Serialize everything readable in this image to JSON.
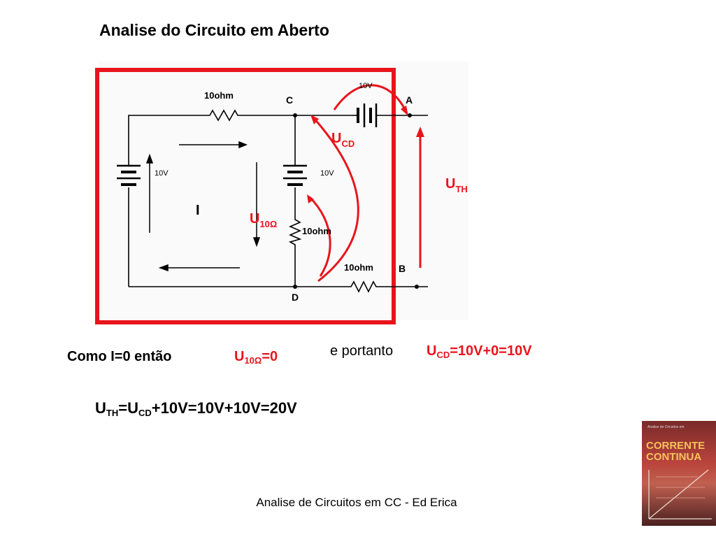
{
  "slide": {
    "title": "Analise do Circuito em Aberto",
    "footer": "Analise de Circuitos em CC - Ed Erica"
  },
  "diagram": {
    "nodes": {
      "c": "C",
      "a": "A",
      "b": "B",
      "d": "D"
    },
    "components": {
      "r_top": "10ohm",
      "battery_top": "10V",
      "battery_left": "10V",
      "battery_mid": "10V",
      "r_mid": "10ohm",
      "r_bottom": "10ohm"
    },
    "current_label": "I",
    "voltage_labels": {
      "ucd": {
        "main": "U",
        "sub": "CD"
      },
      "uth": {
        "main": "U",
        "sub": "TH"
      },
      "u10": {
        "main": "U",
        "sub": "10Ω"
      }
    },
    "colors": {
      "highlight_red": "#e8141c",
      "wire": "#000000"
    }
  },
  "equations": {
    "line1_prefix": "Como I=0  então",
    "line1_main": "U",
    "line1_sub": "10Ω",
    "line1_suffix": "=0",
    "line2_prefix": "e portanto",
    "line2_main": "U",
    "line2_sub": "CD",
    "line2_suffix": "=10V+0=10V",
    "line3_a": "U",
    "line3_a_sub": "TH",
    "line3_b": "=U",
    "line3_b_sub": "CD",
    "line3_c": "+10V=10V+10V=20V"
  },
  "book_cover": {
    "header": "Analise de Circuitos em",
    "title_line1": "CORRENTE",
    "title_line2": "CONTINUA"
  }
}
